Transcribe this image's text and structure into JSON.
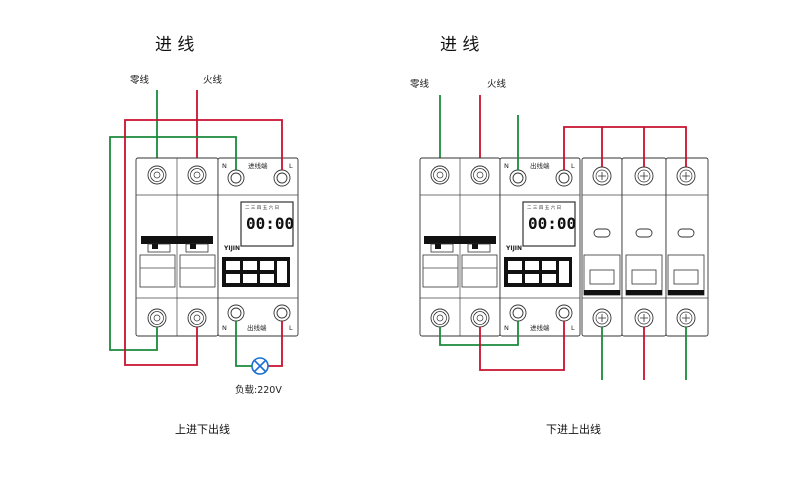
{
  "left_diagram": {
    "title": "进 线",
    "neutral_label": "零线",
    "live_label": "火线",
    "meter_top_N": "N",
    "meter_top_L": "L",
    "meter_top_label": "进线端",
    "meter_bottom_N": "N",
    "meter_bottom_L": "L",
    "meter_bottom_label": "出线端",
    "load_label": "负载:220V",
    "caption": "上进下出线"
  },
  "right_diagram": {
    "title": "进 线",
    "neutral_label": "零线",
    "live_label": "火线",
    "meter_top_N": "N",
    "meter_top_L": "L",
    "meter_top_label": "出线端",
    "meter_bottom_N": "N",
    "meter_bottom_L": "L",
    "meter_bottom_label": "进线端",
    "caption": "下进上出线"
  },
  "meter": {
    "brand": "YIJIN",
    "lcd_time": "00:00",
    "lcd_header": "二 三 四 五 六 日"
  },
  "colors": {
    "live_wire": "#c8102e",
    "neutral_wire": "#1a8a3a",
    "load_lamp": "#1a6fd1"
  }
}
